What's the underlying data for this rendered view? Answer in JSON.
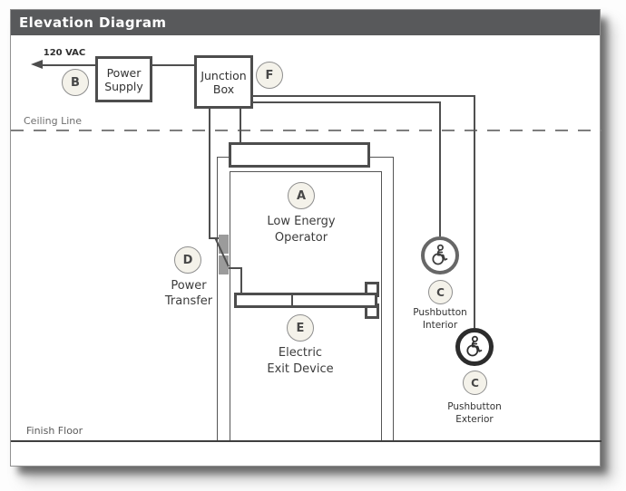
{
  "title": "Elevation Diagram",
  "power": {
    "vac_label": "120 VAC"
  },
  "boxes": {
    "power_supply": {
      "line1": "Power",
      "line2": "Supply",
      "callout": "B"
    },
    "junction_box": {
      "line1": "Junction",
      "line2": "Box",
      "callout": "F"
    }
  },
  "reference_lines": {
    "ceiling": "Ceiling Line",
    "floor": "Finish Floor"
  },
  "door": {
    "operator": {
      "callout": "A",
      "line1": "Low Energy",
      "line2": "Operator"
    },
    "power_transfer": {
      "callout": "D",
      "line1": "Power",
      "line2": "Transfer"
    },
    "exit_device": {
      "callout": "E",
      "line1": "Electric",
      "line2": "Exit Device"
    }
  },
  "pushbuttons": {
    "interior": {
      "callout": "C",
      "line1": "Pushbutton",
      "line2": "Interior"
    },
    "exterior": {
      "callout": "C",
      "line1": "Pushbutton",
      "line2": "Exterior"
    }
  },
  "icons": {
    "wheelchair": "wheelchair-accessibility-icon",
    "arrow": "left-arrow-icon"
  },
  "colors": {
    "title_bar": "#58595b",
    "line": "#4d4d4d",
    "callout_fill": "#f4f2ea",
    "hinge_gray": "#9b9b9b",
    "exterior_ring": "#2c2c2c",
    "interior_ring": "#676767"
  }
}
